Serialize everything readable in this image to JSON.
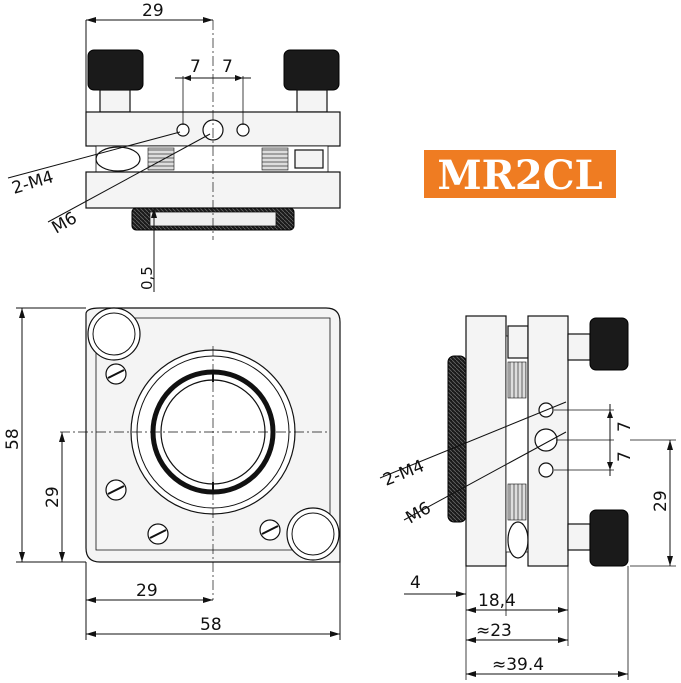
{
  "product": {
    "model": "MR2CL",
    "badge_color": "#ef7c22"
  },
  "top_view": {
    "dim_width": "29",
    "dim_hole_left": "7",
    "dim_hole_right": "7",
    "label_thread_small": "2-M4",
    "label_thread_center": "M6",
    "dim_gap": "0,5"
  },
  "front_view": {
    "dim_height": "58",
    "dim_center_height": "29",
    "dim_center_width": "29",
    "dim_width": "58"
  },
  "side_view": {
    "label_thread_small": "2-M4",
    "label_thread_center": "M6",
    "dim_hole_upper": "7",
    "dim_hole_lower": "7",
    "dim_center_height": "29",
    "dim_plate": "4",
    "dim_depth_1": "18,4",
    "dim_depth_2": "≈23",
    "dim_depth_3": "≈39.4"
  }
}
